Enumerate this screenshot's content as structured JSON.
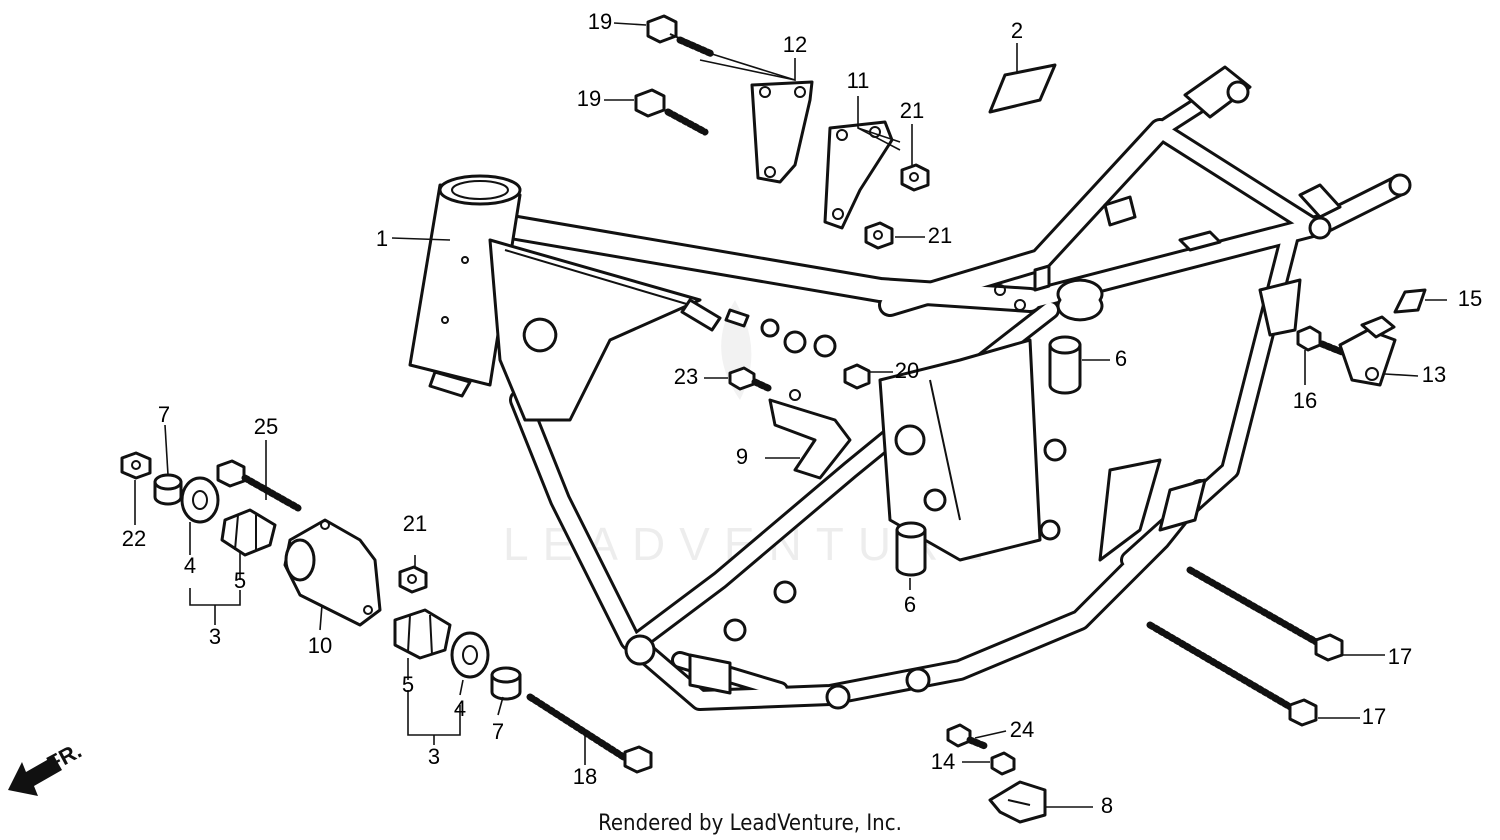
{
  "watermark": "LEADVENTURE",
  "footer": "Rendered by LeadVenture, Inc.",
  "direction_label": "FR.",
  "callouts": [
    "19",
    "12",
    "2",
    "19",
    "11",
    "21",
    "1",
    "21",
    "15",
    "6",
    "13",
    "23",
    "20",
    "16",
    "7",
    "25",
    "9",
    "22",
    "4",
    "5",
    "21",
    "3",
    "10",
    "6",
    "17",
    "5",
    "4",
    "7",
    "17",
    "3",
    "18",
    "24",
    "14",
    "8"
  ]
}
